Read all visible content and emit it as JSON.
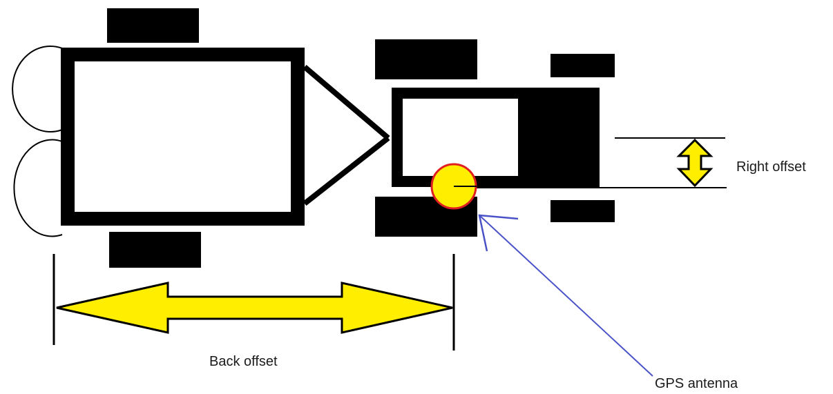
{
  "labels": {
    "right_offset": "Right offset",
    "back_offset": "Back offset",
    "gps_antenna": "GPS antenna"
  },
  "colors": {
    "body": "#000000",
    "background": "#ffffff",
    "arrow_fill": "#ffee00",
    "antenna_fill": "#ffee00",
    "antenna_outline": "#e02020",
    "pointer": "#4a52c8"
  },
  "icons": {
    "antenna": "gps-antenna-icon",
    "right_arrow": "double-arrow-vertical-icon",
    "back_arrow": "double-arrow-horizontal-icon",
    "pointer": "arrow-pointer-icon"
  }
}
